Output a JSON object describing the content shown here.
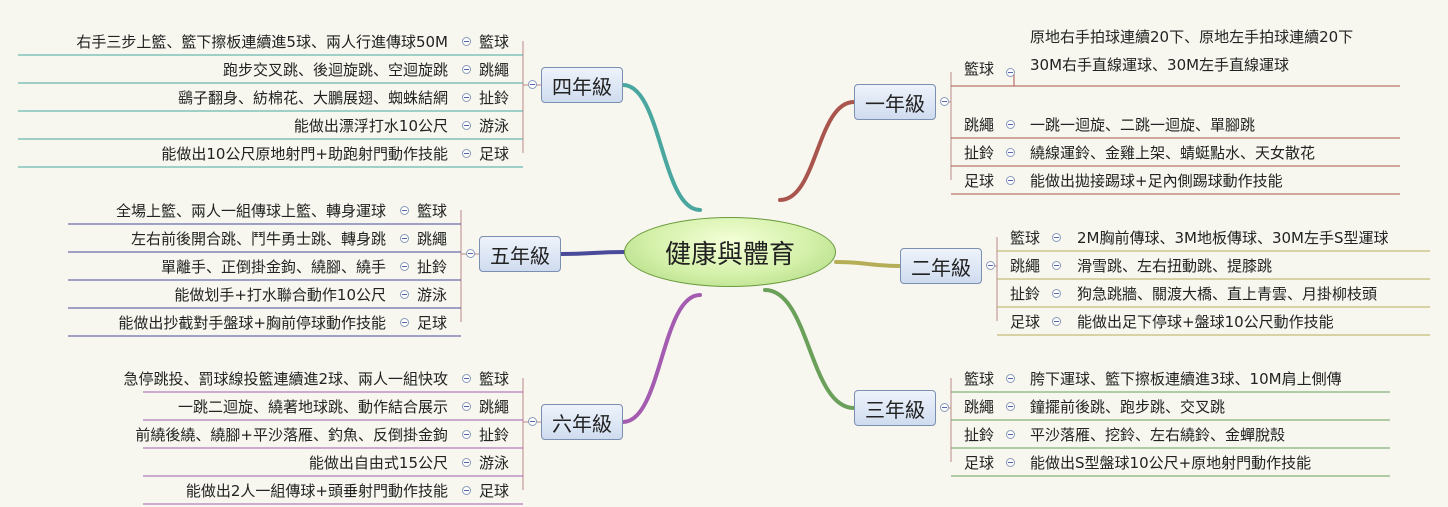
{
  "center": {
    "title": "健康與體育"
  },
  "grades": [
    {
      "id": "g1",
      "name": "一年級",
      "color": "#a9554e",
      "items": [
        {
          "label": "籃球",
          "lines": [
            "原地右手拍球連續20下、原地左手拍球連續20下",
            "30M右手直線運球、30M左手直線運球"
          ]
        },
        {
          "label": "跳繩",
          "lines": [
            "一跳一迴旋、二跳一迴旋、單腳跳"
          ]
        },
        {
          "label": "扯鈴",
          "lines": [
            "繞線運鈴、金雞上架、蜻蜓點水、天女散花"
          ]
        },
        {
          "label": "足球",
          "lines": [
            "能做出拋接踢球+足內側踢球動作技能"
          ]
        }
      ]
    },
    {
      "id": "g2",
      "name": "二年級",
      "color": "#b6ad57",
      "items": [
        {
          "label": "籃球",
          "lines": [
            "2M胸前傳球、3M地板傳球、30M左手S型運球"
          ]
        },
        {
          "label": "跳繩",
          "lines": [
            "滑雪跳、左右扭動跳、提膝跳"
          ]
        },
        {
          "label": "扯鈴",
          "lines": [
            "狗急跳牆、關渡大橋、直上青雲、月掛柳枝頭"
          ]
        },
        {
          "label": "足球",
          "lines": [
            "能做出足下停球+盤球10公尺動作技能"
          ]
        }
      ]
    },
    {
      "id": "g3",
      "name": "三年級",
      "color": "#6aa05a",
      "items": [
        {
          "label": "籃球",
          "lines": [
            "胯下運球、籃下擦板連續進3球、10M肩上側傳"
          ]
        },
        {
          "label": "跳繩",
          "lines": [
            "鐘擺前後跳、跑步跳、交叉跳"
          ]
        },
        {
          "label": "扯鈴",
          "lines": [
            "平沙落雁、挖鈴、左右繞鈴、金蟬脫殼"
          ]
        },
        {
          "label": "足球",
          "lines": [
            "能做出S型盤球10公尺+原地射門動作技能"
          ]
        }
      ]
    },
    {
      "id": "g4",
      "name": "四年級",
      "color": "#4aa7a0",
      "items": [
        {
          "label": "籃球",
          "lines": [
            "右手三步上籃、籃下擦板連續進5球、兩人行進傳球50M"
          ]
        },
        {
          "label": "跳繩",
          "lines": [
            "跑步交叉跳、後迴旋跳、空迴旋跳"
          ]
        },
        {
          "label": "扯鈴",
          "lines": [
            "鷂子翻身、紡棉花、大鵬展翅、蜘蛛結網"
          ]
        },
        {
          "label": "游泳",
          "lines": [
            "能做出漂浮打水10公尺"
          ]
        },
        {
          "label": "足球",
          "lines": [
            "能做出10公尺原地射門+助跑射門動作技能"
          ]
        }
      ]
    },
    {
      "id": "g5",
      "name": "五年級",
      "color": "#4a4a9a",
      "items": [
        {
          "label": "籃球",
          "lines": [
            "全場上籃、兩人一組傳球上籃、轉身運球"
          ]
        },
        {
          "label": "跳繩",
          "lines": [
            "左右前後開合跳、鬥牛勇士跳、轉身跳"
          ]
        },
        {
          "label": "扯鈴",
          "lines": [
            "單離手、正倒掛金鉤、繞腳、繞手"
          ]
        },
        {
          "label": "游泳",
          "lines": [
            "能做划手+打水聯合動作10公尺"
          ]
        },
        {
          "label": "足球",
          "lines": [
            "能做出抄截對手盤球+胸前停球動作技能"
          ]
        }
      ]
    },
    {
      "id": "g6",
      "name": "六年級",
      "color": "#a35cb0",
      "items": [
        {
          "label": "籃球",
          "lines": [
            "急停跳投、罰球線投籃連續進2球、兩人一組快攻"
          ]
        },
        {
          "label": "跳繩",
          "lines": [
            "一跳二迴旋、繞著地球跳、動作結合展示"
          ]
        },
        {
          "label": "扯鈴",
          "lines": [
            "前繞後繞、繞腳+平沙落雁、釣魚、反倒掛金鉤"
          ]
        },
        {
          "label": "游泳",
          "lines": [
            "能做出自由式15公尺"
          ]
        },
        {
          "label": "足球",
          "lines": [
            "能做出2人一組傳球+頭垂射門動作技能"
          ]
        }
      ]
    }
  ]
}
